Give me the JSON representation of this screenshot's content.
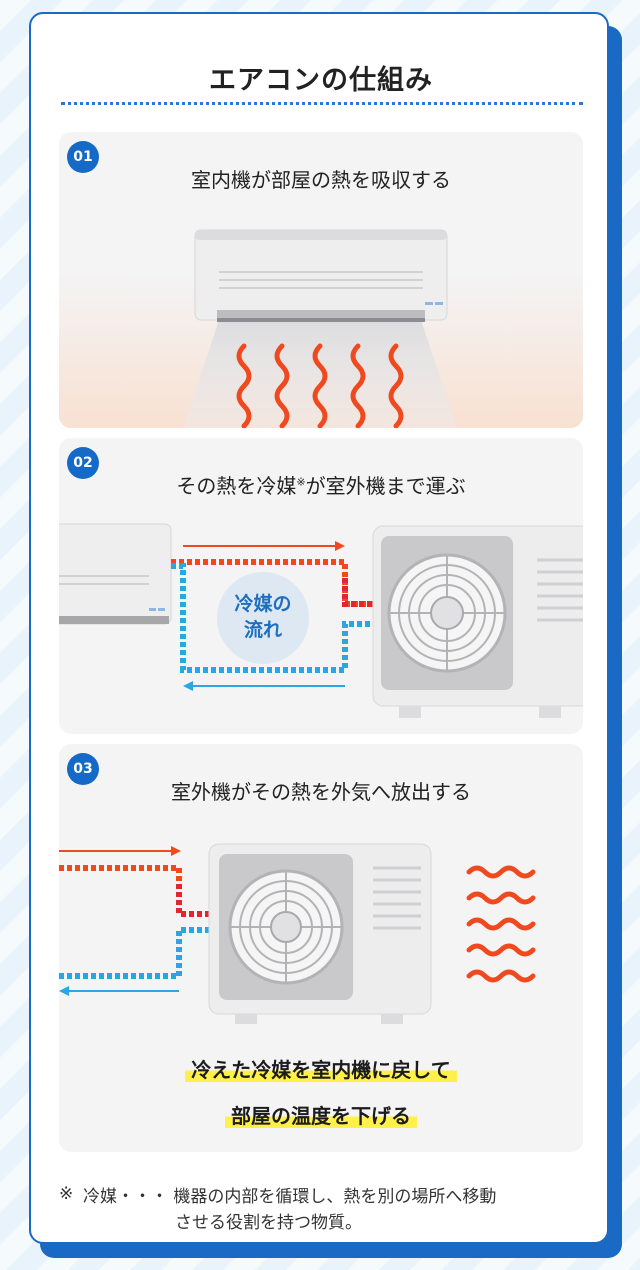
{
  "title": "エアコンの仕組み",
  "steps": [
    {
      "num": "01",
      "heading": "室内機が部屋の熱を吸収する"
    },
    {
      "num": "02",
      "heading_pre": "その熱を冷媒",
      "heading_mark": "※",
      "heading_post": "が室外機まで運ぶ",
      "flow_label_1": "冷媒の",
      "flow_label_2": "流れ"
    },
    {
      "num": "03",
      "heading": "室外機がその熱を外気へ放出する",
      "highlight_1": "冷えた冷媒を室内機に戻して",
      "highlight_2": "部屋の温度を下げる"
    }
  ],
  "footnote": {
    "mark": "※",
    "line1": "冷媒・・・ 機器の内部を循環し、熱を別の場所へ移動",
    "line2": "させる役割を持つ物質。"
  },
  "colors": {
    "accent_blue": "#1a69c4",
    "hot": "#ef4a1f",
    "cold": "#2aa6e2",
    "highlight": "#fff04a"
  },
  "icons": [
    "air-conditioner-indoor-icon",
    "outdoor-unit-fan-icon",
    "heat-wave-icon",
    "pipe-arrow-icon"
  ]
}
